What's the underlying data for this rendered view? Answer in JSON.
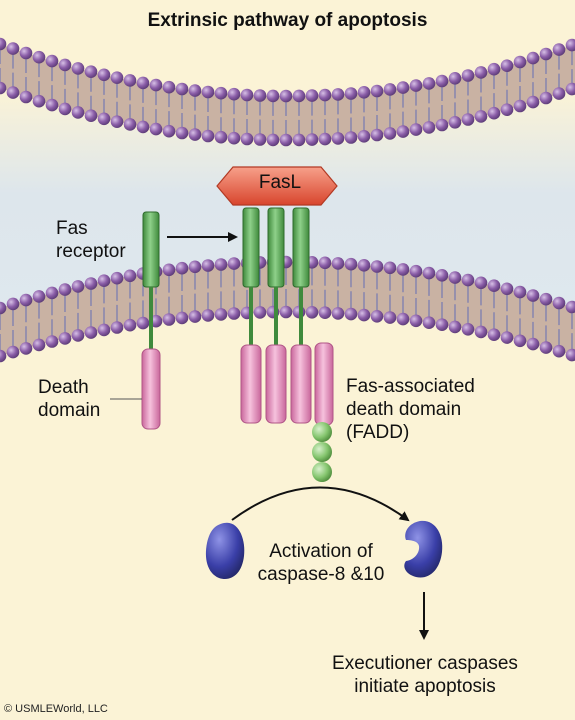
{
  "title": "Extrinsic pathway of apoptosis",
  "labels": {
    "fasl": "FasL",
    "fas_receptor_line1": "Fas",
    "fas_receptor_line2": "receptor",
    "death_domain_line1": "Death",
    "death_domain_line2": "domain",
    "fadd_line1": "Fas-associated",
    "fadd_line2": "death domain",
    "fadd_line3": "(FADD)",
    "activation_line1": "Activation of",
    "activation_line2": "caspase-8 &10",
    "executioner_line1": "Executioner caspases",
    "executioner_line2": "initiate apoptosis"
  },
  "copyright": "© USMLEWorld, LLC",
  "colors": {
    "background": "#fbf3d6",
    "extracellular_space": "#dfe8ee",
    "lipid_head": "#8b5ea8",
    "membrane_tail": "#c8b4a6",
    "receptor_extracellular": "#6db56a",
    "death_domain": "#e9a0c6",
    "fasl": "#ee6b52",
    "fadd": "#86c66f",
    "caspase": "#3a3fa8"
  }
}
